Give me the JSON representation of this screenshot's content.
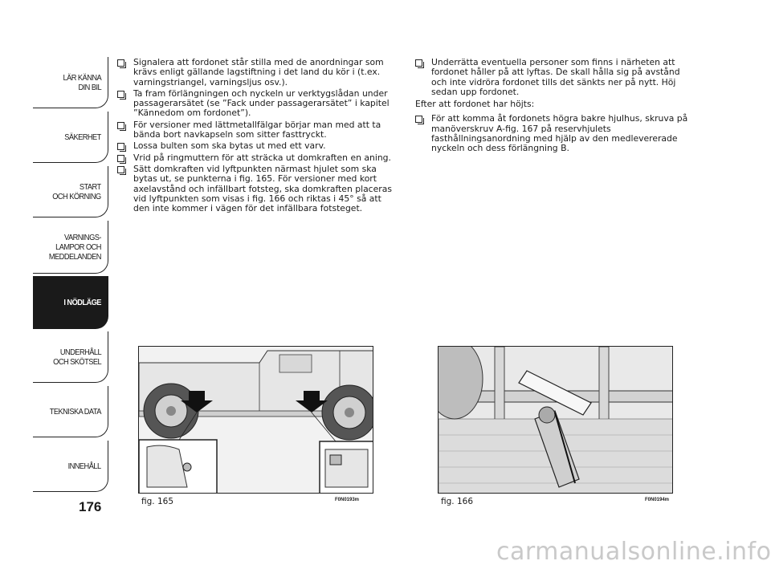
{
  "sidebar": {
    "items": [
      {
        "label": "LÄR KÄNNA\nDIN BIL",
        "active": false
      },
      {
        "label": "SÄKERHET",
        "active": false
      },
      {
        "label": "START\nOCH KÖRNING",
        "active": false
      },
      {
        "label": "VARNINGS-\nLAMPOR OCH\nMEDDELANDEN",
        "active": false
      },
      {
        "label": "I NÖDLÄGE",
        "active": true
      },
      {
        "label": "UNDERHÅLL\nOCH SKÖTSEL",
        "active": false
      },
      {
        "label": "TEKNISKA DATA",
        "active": false
      },
      {
        "label": "INNEHÅLL",
        "active": false
      }
    ]
  },
  "page_number": "176",
  "left_column": [
    "Signalera att fordonet står stilla med de anordningar som krävs enligt gällande lagstiftning i det land du kör i (t.ex. varningstriangel, varningsljus osv.).",
    "Ta fram förlängningen och nyckeln ur verktygslådan under passagerarsätet (se ”Fack under passagerarsätet” i kapitel ”Kännedom om fordonet”).",
    "För versioner med lättmetallfälgar börjar man med att ta bända bort navkapseln som sitter fasttryckt.",
    "Lossa bulten som ska bytas ut med ett varv.",
    "Vrid på ringmuttern för att sträcka ut domkraften en aning.",
    "Sätt domkraften vid lyftpunkten närmast hjulet som ska bytas ut, se punkterna i fig. 165. För versioner med kort axelavstånd och infällbart fotsteg, ska domkraften placeras vid lyftpunkten som visas i fig. 166 och riktas i 45° så att den inte kommer i vägen för det infällbara fotsteget."
  ],
  "right_column": {
    "bullet_1": "Underrätta eventuella personer som finns i närheten att fordonet håller på att lyftas. De skall hålla sig på avstånd och inte vidröra fordonet tills det sänkts ner på nytt. Höj sedan upp fordonet.",
    "paragraph": "Efter att fordonet har höjts:",
    "bullet_2": "För att komma åt fordonets högra bakre hjulhus, skruva på manöverskruv A-fig. 167 på reservhjulets fasthållningsanordning med hjälp av den medlevererade nyckeln och dess förlängning B."
  },
  "figures": [
    {
      "caption": "fig. 165",
      "code": "F0N0193m"
    },
    {
      "caption": "fig. 166",
      "code": "F0N0194m"
    }
  ],
  "watermark": "carmanualsonline.info"
}
